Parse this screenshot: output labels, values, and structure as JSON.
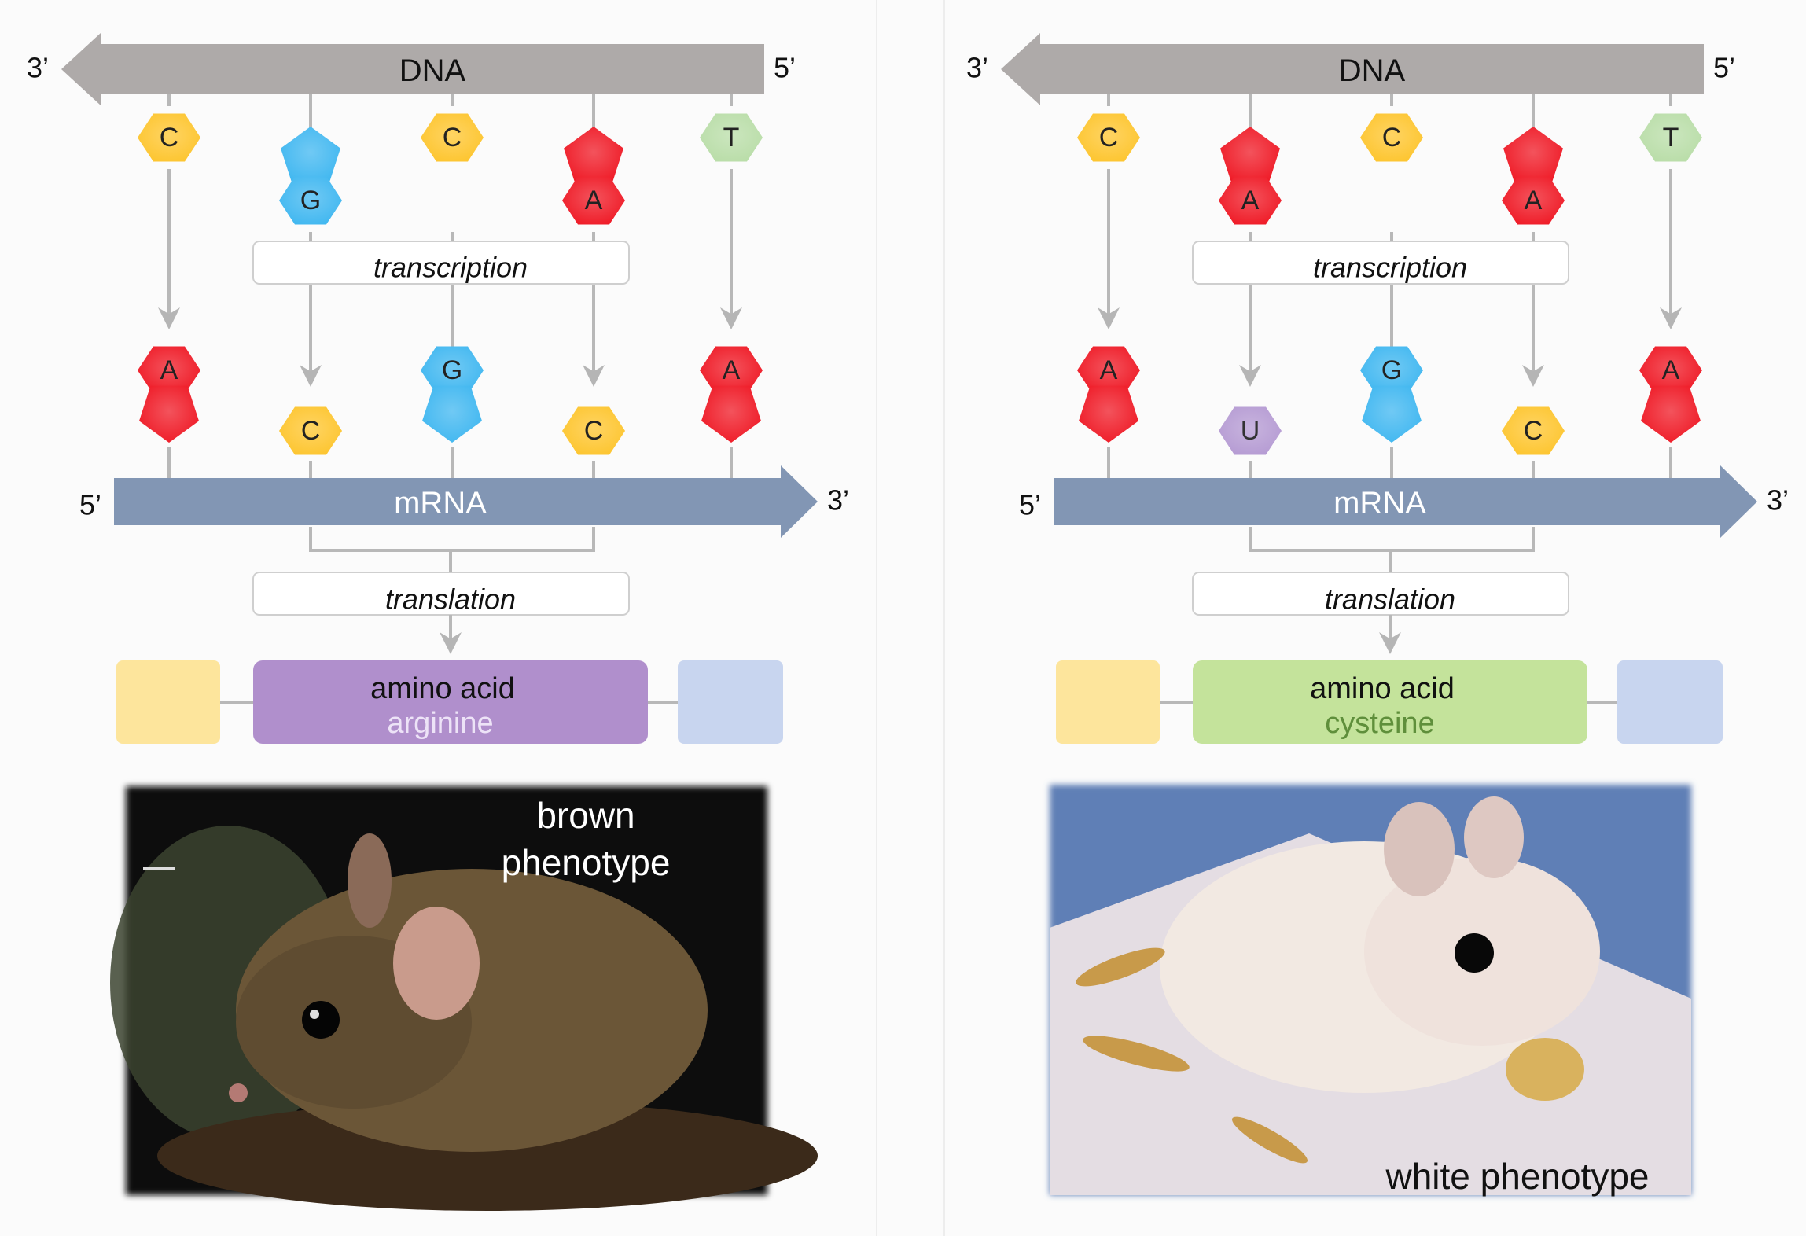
{
  "panels": [
    {
      "id": "left",
      "dna_label": "DNA",
      "mrna_label": "mRNA",
      "dna_left_end": "3’",
      "dna_right_end": "5’",
      "mrna_left_end": "5’",
      "mrna_right_end": "3’",
      "transcription_label": "transcription",
      "translation_label": "translation",
      "dna_bases": [
        "C",
        "G",
        "C",
        "A",
        "T"
      ],
      "mrna_bases": [
        "A",
        "C",
        "G",
        "C",
        "A"
      ],
      "amino_acid_title": "amino acid",
      "amino_acid_name": "arginine",
      "amino_acid_color": "#b08fcc",
      "amino_acid_name_color": "#ede3f7",
      "phenotype_label": "brown phenotype",
      "photo_subject": "brown-mouse"
    },
    {
      "id": "right",
      "dna_label": "DNA",
      "mrna_label": "mRNA",
      "dna_left_end": "3’",
      "dna_right_end": "5’",
      "mrna_left_end": "5’",
      "mrna_right_end": "3’",
      "transcription_label": "transcription",
      "translation_label": "translation",
      "dna_bases": [
        "C",
        "A",
        "C",
        "A",
        "T"
      ],
      "mrna_bases": [
        "A",
        "U",
        "G",
        "C",
        "A"
      ],
      "amino_acid_title": "amino acid",
      "amino_acid_name": "cysteine",
      "amino_acid_color": "#c4e39b",
      "amino_acid_name_color": "#5f8f3b",
      "phenotype_label": "white phenotype",
      "photo_subject": "white-mouse"
    }
  ],
  "base_colors": {
    "A": "#ef1a26",
    "C": "#fdc52f",
    "G": "#40b7f0",
    "T": "#b9dda8",
    "U": "#b59bd3"
  },
  "neighbor_block_colors": [
    "#fde59c",
    "#c8d5ef"
  ],
  "dna_color": "#aeaaa9",
  "mrna_color": "#8296b4"
}
